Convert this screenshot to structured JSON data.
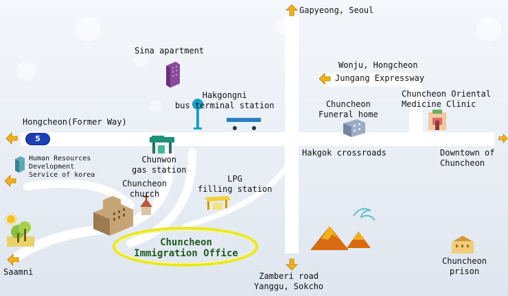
{
  "map": {
    "labels": {
      "gapyeong": "Gapyeong, Seoul",
      "sina": "Sina apartment",
      "wonju": "Wonju, Hongcheon",
      "jungang": "Jungang Expressway",
      "hakgongni_1": "Hakgongni",
      "hakgongni_2": "bus terminal station",
      "funeral_1": "Chuncheon",
      "funeral_2": "Funeral home",
      "oriental_1": "Chuncheon Oriental",
      "oriental_2": "Medicine Clinic",
      "hongcheon": "Hongcheon(Former Way)",
      "route": "5",
      "hr_1": "Human Resources",
      "hr_2": "Development",
      "hr_3": "Service of korea",
      "gs_1": "Chunwon",
      "gs_2": "gas station",
      "hakgok": "Hakgok crossroads",
      "downtown_1": "Downtown of",
      "downtown_2": "Chuncheon",
      "church_1": "Chuncheon",
      "church_2": "church",
      "lpg_1": "LPG",
      "lpg_2": "filling station",
      "immig_1": "Chuncheon",
      "immig_2": "Immigration Office",
      "saamni": "Saamni",
      "zamberi_1": "Zamberi road",
      "zamberi_2": "Yanggu, Sokcho",
      "prison_1": "Chuncheon",
      "prison_2": "prison"
    },
    "colors": {
      "road": "#ffffff",
      "arrow": "#f5b015",
      "highlight_oval": "#e8e81a",
      "immigration_text": "#1f5b1f",
      "route_badge": "#1c3fb8"
    }
  }
}
